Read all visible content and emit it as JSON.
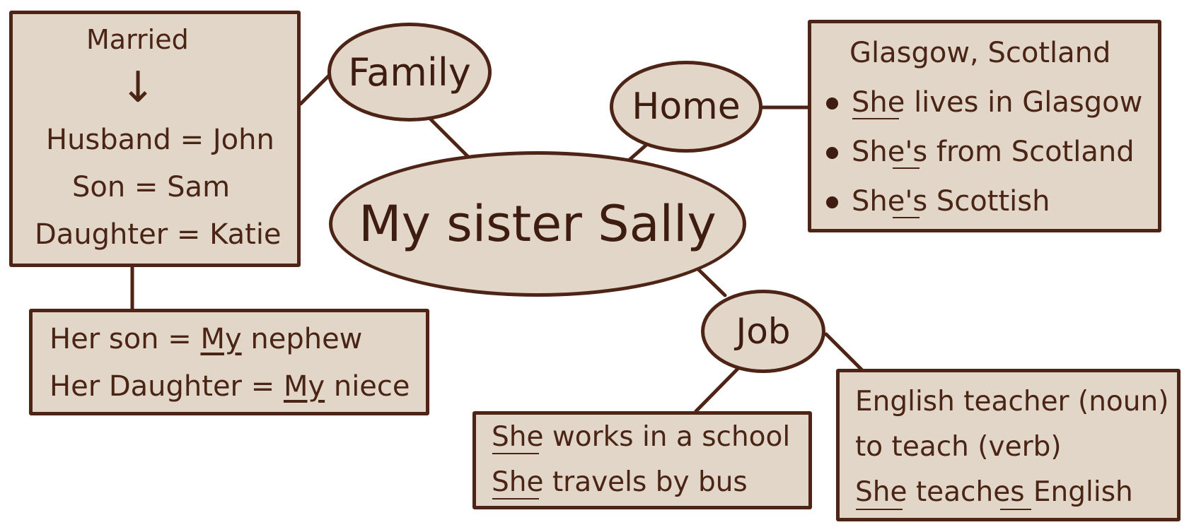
{
  "center": {
    "label": "My sister Sally"
  },
  "nodes": {
    "family": {
      "label": "Family"
    },
    "home": {
      "label": "Home"
    },
    "job": {
      "label": "Job"
    }
  },
  "family_box": {
    "married": "Married",
    "arrow": "↓",
    "husband": "Husband = John",
    "son": "Son = Sam",
    "daughter": "Daughter = Katie"
  },
  "relatives_box": {
    "line1": {
      "prefix": "Her son = ",
      "underlined": "My",
      "suffix": " nephew"
    },
    "line2": {
      "prefix": "Her Daughter = ",
      "underlined": "My",
      "suffix": " niece"
    }
  },
  "home_box": {
    "title": "Glasgow, Scotland",
    "bullets": [
      "She lives in Glasgow",
      "She's from Scotland",
      "She's Scottish"
    ]
  },
  "school_box": {
    "line1": "She works in a school",
    "line2": "She travels by bus"
  },
  "teacher_box": {
    "line1": "English teacher (noun)",
    "line2": "to teach (verb)",
    "line3": "She teaches English"
  },
  "colors": {
    "fill": "#e1d6c8",
    "outline": "#4e2416",
    "text": "#4a2414"
  }
}
